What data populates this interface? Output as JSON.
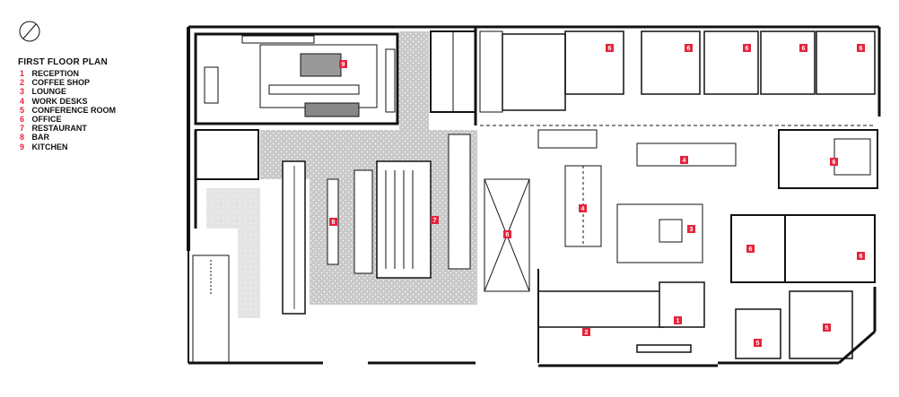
{
  "legend": {
    "title": "FIRST FLOOR PLAN",
    "items": [
      {
        "num": "1",
        "label": "RECEPTION"
      },
      {
        "num": "2",
        "label": "COFFEE SHOP"
      },
      {
        "num": "3",
        "label": "LOUNGE"
      },
      {
        "num": "4",
        "label": "WORK DESKS"
      },
      {
        "num": "5",
        "label": "CONFERENCE ROOM"
      },
      {
        "num": "6",
        "label": "OFFICE"
      },
      {
        "num": "7",
        "label": "RESTAURANT"
      },
      {
        "num": "8",
        "label": "BAR"
      },
      {
        "num": "9",
        "label": "KITCHEN"
      }
    ]
  },
  "tags": [
    "9",
    "6",
    "6",
    "6",
    "6",
    "6",
    "4",
    "6",
    "4",
    "3",
    "8",
    "7",
    "6",
    "6",
    "6",
    "1",
    "2",
    "5",
    "5"
  ],
  "colors": {
    "accent": "#e5243b",
    "wall": "#111111",
    "floor_hatch": "#c8c8c8"
  },
  "icons": {
    "compass": "north-arrow-circle-icon"
  }
}
